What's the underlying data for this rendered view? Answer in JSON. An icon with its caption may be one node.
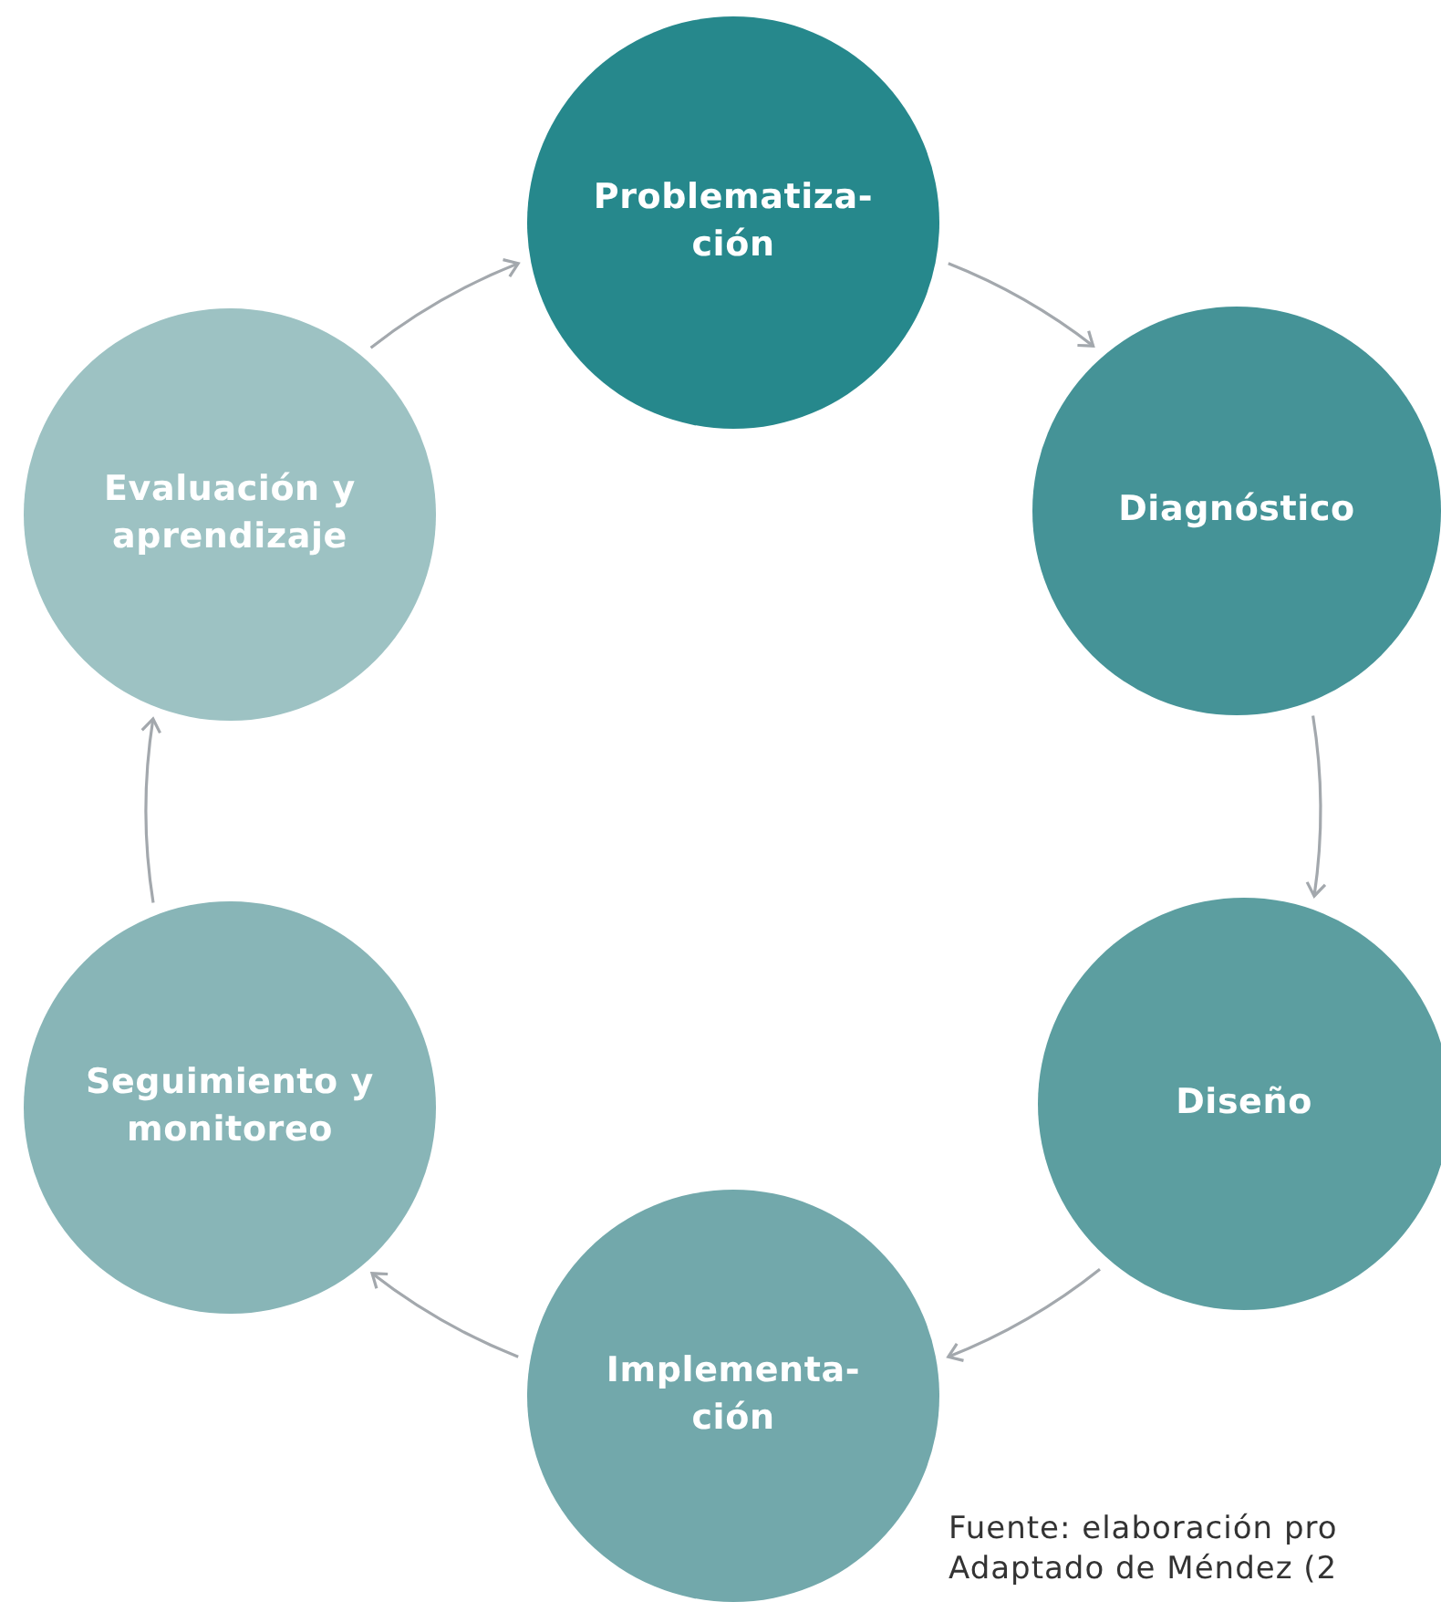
{
  "diagram": {
    "nodes": [
      {
        "text": [
          "Problematiza- ción"
        ]
      },
      {
        "text": [
          "Diagnóstico"
        ]
      },
      {
        "text": [
          "Diseño"
        ]
      },
      {
        "text": [
          "Implementa- ción"
        ]
      },
      {
        "text": [
          "Seguimiento y monitoreo"
        ]
      },
      {
        "text": [
          "Evaluación y aprendizaje"
        ]
      }
    ],
    "edges": [
      {
        "from": 0,
        "to": 1,
        "arrow": "to"
      },
      {
        "from": 1,
        "to": 2,
        "arrow": "to"
      },
      {
        "from": 2,
        "to": 3,
        "arrow": "to"
      },
      {
        "from": 3,
        "to": 4,
        "arrow": "to"
      },
      {
        "from": 4,
        "to": 5,
        "arrow": "to"
      },
      {
        "from": 5,
        "to": 0,
        "arrow": "to"
      }
    ],
    "labels": [
      "Fuente: elaboración pro",
      "Adaptado de Méndez (2"
    ]
  }
}
